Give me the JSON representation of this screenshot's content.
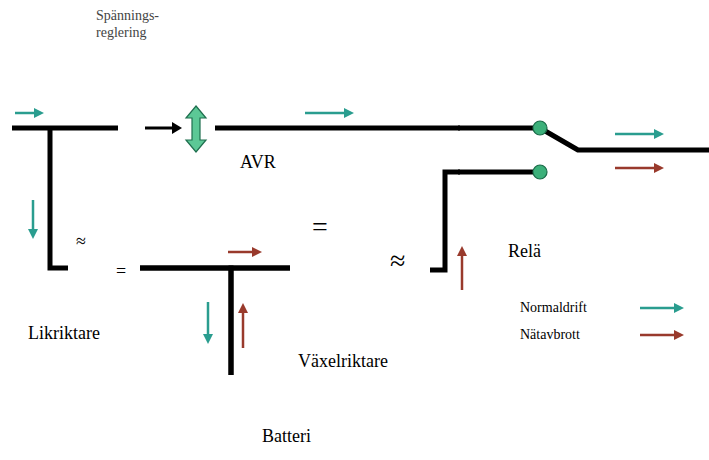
{
  "diagram": {
    "nodes": [
      {
        "text": [
          "Spännings- reglering",
          "AVR"
        ]
      },
      {
        "text": [
          "≈",
          "=",
          "Likriktare"
        ]
      },
      {
        "text": [
          "=",
          "≈",
          "Växelriktare"
        ]
      },
      {
        "text": [
          "Relä"
        ]
      },
      {
        "text": [
          "Batteri"
        ]
      }
    ],
    "edges": [
      {
        "from": 0,
        "to": 3,
        "arrow": "none"
      },
      {
        "from": 1,
        "to": 2,
        "arrow": "none"
      },
      {
        "from": 1,
        "to": 4,
        "arrow": "none"
      },
      {
        "from": 4,
        "to": 2,
        "arrow": "none"
      },
      {
        "from": 2,
        "to": 3,
        "arrow": "none"
      }
    ],
    "legend": [
      {
        "text": "Normaldrift"
      },
      {
        "text": "Nätavbrott"
      }
    ]
  }
}
